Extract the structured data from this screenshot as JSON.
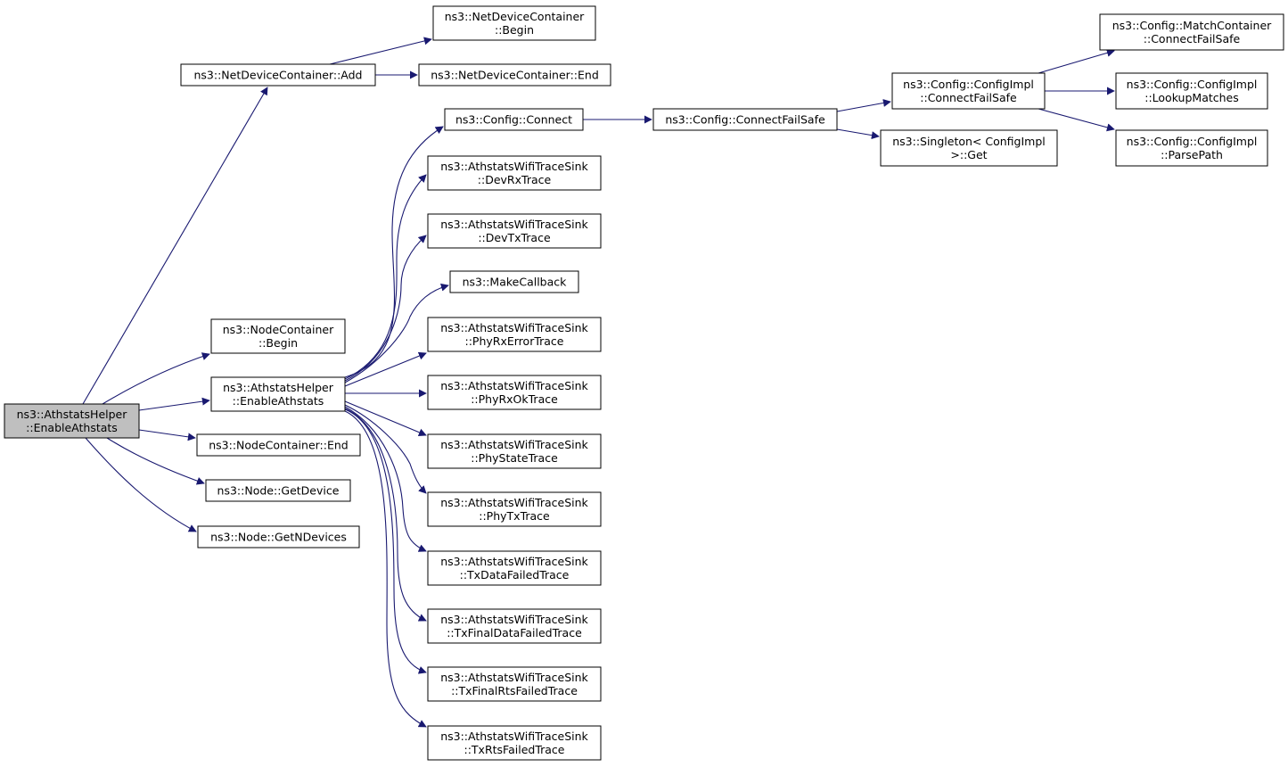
{
  "colors": {
    "edge": "#191970",
    "node_fill": "#ffffff",
    "root_fill": "#bfbfbf",
    "border": "#000000"
  },
  "nodes": [
    {
      "id": "root",
      "lines": [
        "ns3::AthstatsHelper",
        "::EnableAthstats"
      ],
      "root": true
    },
    {
      "id": "ndc_add",
      "lines": [
        "ns3::NetDeviceContainer::Add"
      ]
    },
    {
      "id": "ndc_begin",
      "lines": [
        "ns3::NetDeviceContainer",
        "::Begin"
      ]
    },
    {
      "id": "ndc_end",
      "lines": [
        "ns3::NetDeviceContainer::End"
      ]
    },
    {
      "id": "nc_begin",
      "lines": [
        "ns3::NodeContainer",
        "::Begin"
      ]
    },
    {
      "id": "enable2",
      "lines": [
        "ns3::AthstatsHelper",
        "::EnableAthstats"
      ]
    },
    {
      "id": "nc_end",
      "lines": [
        "ns3::NodeContainer::End"
      ]
    },
    {
      "id": "getdevice",
      "lines": [
        "ns3::Node::GetDevice"
      ]
    },
    {
      "id": "getndevices",
      "lines": [
        "ns3::Node::GetNDevices"
      ]
    },
    {
      "id": "connect",
      "lines": [
        "ns3::Config::Connect"
      ]
    },
    {
      "id": "devrx",
      "lines": [
        "ns3::AthstatsWifiTraceSink",
        "::DevRxTrace"
      ]
    },
    {
      "id": "devtx",
      "lines": [
        "ns3::AthstatsWifiTraceSink",
        "::DevTxTrace"
      ]
    },
    {
      "id": "makecb",
      "lines": [
        "ns3::MakeCallback"
      ]
    },
    {
      "id": "phyrxerr",
      "lines": [
        "ns3::AthstatsWifiTraceSink",
        "::PhyRxErrorTrace"
      ]
    },
    {
      "id": "phyrxok",
      "lines": [
        "ns3::AthstatsWifiTraceSink",
        "::PhyRxOkTrace"
      ]
    },
    {
      "id": "phystate",
      "lines": [
        "ns3::AthstatsWifiTraceSink",
        "::PhyStateTrace"
      ]
    },
    {
      "id": "phytx",
      "lines": [
        "ns3::AthstatsWifiTraceSink",
        "::PhyTxTrace"
      ]
    },
    {
      "id": "txdatafail",
      "lines": [
        "ns3::AthstatsWifiTraceSink",
        "::TxDataFailedTrace"
      ]
    },
    {
      "id": "txfinaldata",
      "lines": [
        "ns3::AthstatsWifiTraceSink",
        "::TxFinalDataFailedTrace"
      ]
    },
    {
      "id": "txfinalrts",
      "lines": [
        "ns3::AthstatsWifiTraceSink",
        "::TxFinalRtsFailedTrace"
      ]
    },
    {
      "id": "txrtsfail",
      "lines": [
        "ns3::AthstatsWifiTraceSink",
        "::TxRtsFailedTrace"
      ]
    },
    {
      "id": "connectfs",
      "lines": [
        "ns3::Config::ConnectFailSafe"
      ]
    },
    {
      "id": "cfgimpl_cfs",
      "lines": [
        "ns3::Config::ConfigImpl",
        "::ConnectFailSafe"
      ]
    },
    {
      "id": "singleton",
      "lines": [
        "ns3::Singleton< ConfigImpl",
        " >::Get"
      ]
    },
    {
      "id": "match_cfs",
      "lines": [
        "ns3::Config::MatchContainer",
        "::ConnectFailSafe"
      ]
    },
    {
      "id": "lookup",
      "lines": [
        "ns3::Config::ConfigImpl",
        "::LookupMatches"
      ]
    },
    {
      "id": "parsepath",
      "lines": [
        "ns3::Config::ConfigImpl",
        "::ParsePath"
      ]
    }
  ],
  "edges": [
    {
      "from": "root",
      "to": "ndc_add"
    },
    {
      "from": "root",
      "to": "nc_begin"
    },
    {
      "from": "root",
      "to": "enable2"
    },
    {
      "from": "root",
      "to": "nc_end"
    },
    {
      "from": "root",
      "to": "getdevice"
    },
    {
      "from": "root",
      "to": "getndevices"
    },
    {
      "from": "ndc_add",
      "to": "ndc_begin"
    },
    {
      "from": "ndc_add",
      "to": "ndc_end"
    },
    {
      "from": "enable2",
      "to": "connect"
    },
    {
      "from": "enable2",
      "to": "devrx"
    },
    {
      "from": "enable2",
      "to": "devtx"
    },
    {
      "from": "enable2",
      "to": "makecb"
    },
    {
      "from": "enable2",
      "to": "phyrxerr"
    },
    {
      "from": "enable2",
      "to": "phyrxok"
    },
    {
      "from": "enable2",
      "to": "phystate"
    },
    {
      "from": "enable2",
      "to": "phytx"
    },
    {
      "from": "enable2",
      "to": "txdatafail"
    },
    {
      "from": "enable2",
      "to": "txfinaldata"
    },
    {
      "from": "enable2",
      "to": "txfinalrts"
    },
    {
      "from": "enable2",
      "to": "txrtsfail"
    },
    {
      "from": "connect",
      "to": "connectfs"
    },
    {
      "from": "connectfs",
      "to": "cfgimpl_cfs"
    },
    {
      "from": "connectfs",
      "to": "singleton"
    },
    {
      "from": "cfgimpl_cfs",
      "to": "match_cfs"
    },
    {
      "from": "cfgimpl_cfs",
      "to": "lookup"
    },
    {
      "from": "cfgimpl_cfs",
      "to": "parsepath"
    }
  ]
}
